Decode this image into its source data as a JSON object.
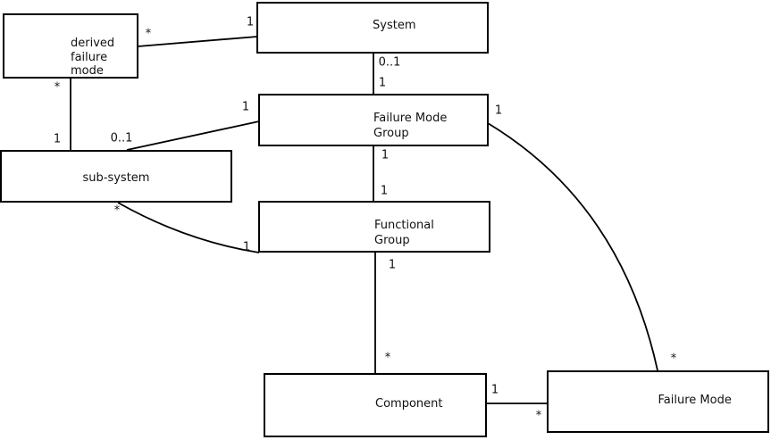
{
  "diagram": {
    "title": "failure-mode-structure-diagram",
    "background_color": "#ffffff",
    "line_color": "#000000",
    "text_color": "#111111"
  },
  "boxes": {
    "derived_failure_mode": {
      "lines": [
        "derived",
        "failure",
        "mode"
      ]
    },
    "system": {
      "lines": [
        "System"
      ]
    },
    "failure_mode_group": {
      "lines": [
        "Failure Mode",
        "Group"
      ]
    },
    "sub_system": {
      "lines": [
        "sub-system"
      ]
    },
    "functional_group": {
      "lines": [
        "Functional",
        "Group"
      ]
    },
    "component": {
      "lines": [
        "Component"
      ]
    },
    "failure_mode": {
      "lines": [
        "Failure Mode"
      ]
    }
  },
  "associations": [
    {
      "from": "derived failure mode",
      "to": "System",
      "from_multiplicity": "*",
      "to_multiplicity": "1"
    },
    {
      "from": "derived failure mode",
      "to": "sub-system",
      "from_multiplicity": "*",
      "to_multiplicity": "1"
    },
    {
      "from": "sub-system",
      "to": "Failure Mode Group",
      "from_multiplicity": "0..1",
      "to_multiplicity": "1"
    },
    {
      "from": "System",
      "to": "Failure Mode Group",
      "from_multiplicity": "0..1",
      "to_multiplicity": "1"
    },
    {
      "from": "Failure Mode Group",
      "to": "Functional Group",
      "from_multiplicity": "1",
      "to_multiplicity": "1"
    },
    {
      "from": "Functional Group",
      "to": "Component",
      "from_multiplicity": "1",
      "to_multiplicity": "*"
    },
    {
      "from": "Component",
      "to": "Failure Mode",
      "from_multiplicity": "1",
      "to_multiplicity": "*"
    },
    {
      "from": "Failure Mode Group",
      "to": "Failure Mode",
      "from_multiplicity": "1",
      "to_multiplicity": "*"
    },
    {
      "from": "sub-system",
      "to": "Functional Group",
      "from_multiplicity": "*",
      "to_multiplicity": "1"
    }
  ]
}
